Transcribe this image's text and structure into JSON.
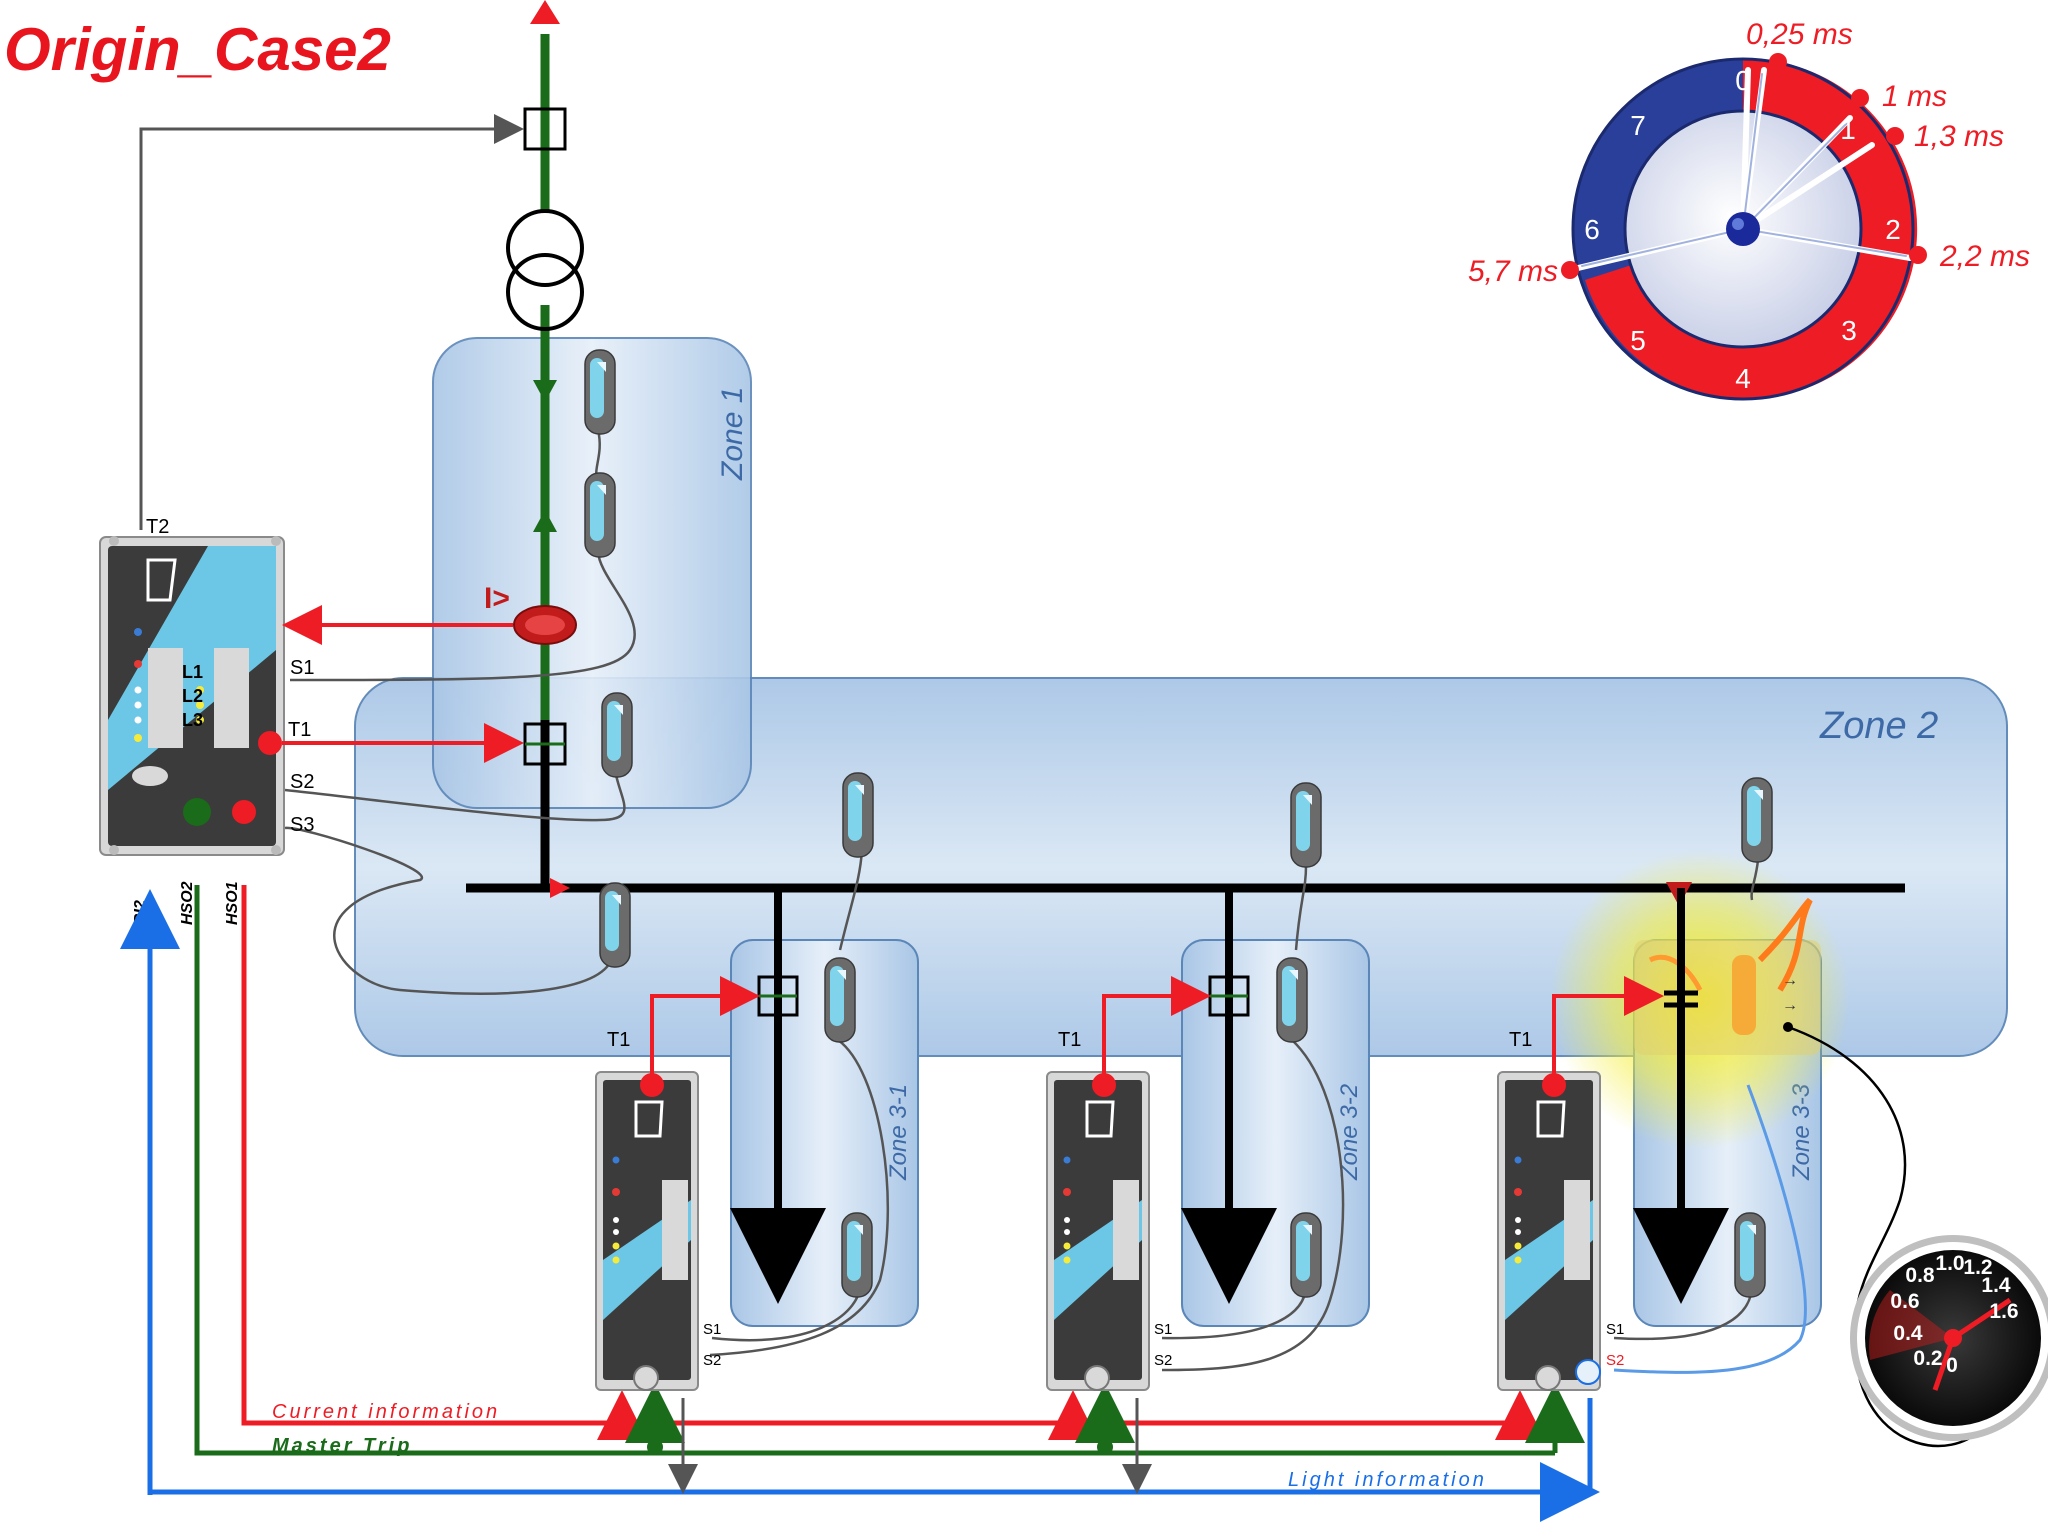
{
  "title": "Origin_Case2",
  "zones": {
    "zone1": "Zone 1",
    "zone2": "Zone 2",
    "zone31": "Zone 3-1",
    "zone32": "Zone 3-2",
    "zone33": "Zone 3-3"
  },
  "main_relay": {
    "t2": "T2",
    "t1": "T1",
    "s1": "S1",
    "s2": "S2",
    "s3": "S3",
    "l1": "L1",
    "l2": "L2",
    "l3": "L3",
    "bi2": "BI2",
    "hso2": "HSO2",
    "hso1": "HSO1",
    "current_symbol": "I>"
  },
  "feeder_relays": [
    {
      "t1": "T1",
      "s1": "S1",
      "s2": "S2"
    },
    {
      "t1": "T1",
      "s1": "S1",
      "s2": "S2"
    },
    {
      "t1": "T1",
      "s1": "S1",
      "s2": "S2"
    }
  ],
  "bus_labels": {
    "current": "Current information",
    "master": "Master Trip",
    "light": "Light information"
  },
  "clock": {
    "numbers": [
      "0",
      "1",
      "2",
      "3",
      "4",
      "5",
      "6",
      "7"
    ],
    "markers": [
      "0,25 ms",
      "1 ms",
      "1,3 ms",
      "2,2 ms",
      "5,7 ms"
    ]
  },
  "gauge": {
    "numbers": [
      "0",
      "0.2",
      "0.4",
      "0.6",
      "0.8",
      "1.0",
      "1.2",
      "1.4",
      "1.6"
    ]
  },
  "colors": {
    "title_red": "#e8141e",
    "current_red": "#ee1c24",
    "trip_green": "#1a6b1a",
    "light_blue": "#1a6fe6",
    "zone_fill": "#bcd4ec",
    "zone_stroke": "#5b86b8",
    "clock_red": "#ee1c24",
    "clock_blue": "#2a3f9a"
  }
}
